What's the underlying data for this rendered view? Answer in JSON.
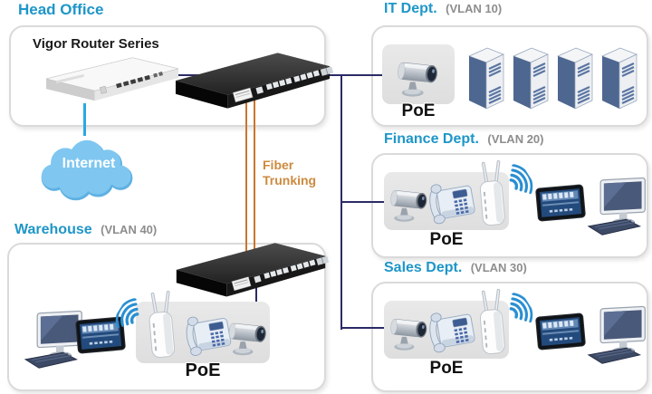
{
  "diagram": {
    "head_office": {
      "title": "Head Office",
      "router_label": "Vigor Router Series",
      "internet_label": "Internet"
    },
    "fiber_label": "Fiber Trunking",
    "departments": [
      {
        "id": "it",
        "title": "IT Dept.",
        "vlan": "(VLAN 10)",
        "poe_label": "PoE"
      },
      {
        "id": "finance",
        "title": "Finance Dept.",
        "vlan": "(VLAN 20)",
        "poe_label": "PoE"
      },
      {
        "id": "sales",
        "title": "Sales Dept.",
        "vlan": "(VLAN 30)",
        "poe_label": "PoE"
      },
      {
        "id": "warehouse",
        "title": "Warehouse",
        "vlan": "(VLAN 40)",
        "poe_label": "PoE"
      }
    ],
    "colors": {
      "title_blue": "#1e96c8",
      "vlan_gray": "#8d8d8d",
      "line_navy": "#2b2a68",
      "line_cyan": "#29a9e0",
      "fiber_orange": "#c9752d",
      "fiber_text": "#cc8a3e",
      "cloud_blue": "#7fc7f0",
      "poe_area_gray": "#e2e2e2"
    }
  }
}
